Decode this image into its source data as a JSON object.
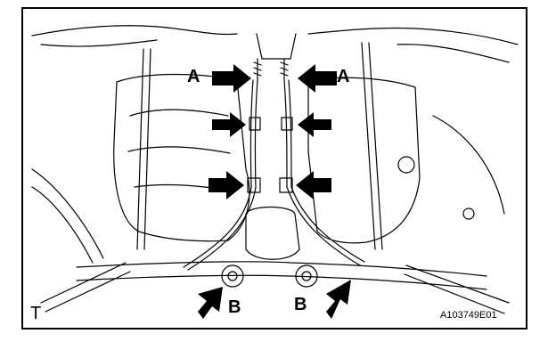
{
  "figure": {
    "view_letter": "T",
    "reference_code": "A103749E01",
    "callouts": {
      "a_left": "A",
      "a_right": "A",
      "b_left": "B",
      "b_right": "B"
    }
  },
  "colors": {
    "line": "#000000",
    "background": "#ffffff",
    "arrow_fill": "#000000"
  },
  "icons": [
    "arrow-right-icon",
    "arrow-left-icon",
    "arrow-up-right-icon",
    "fastener-icon"
  ]
}
